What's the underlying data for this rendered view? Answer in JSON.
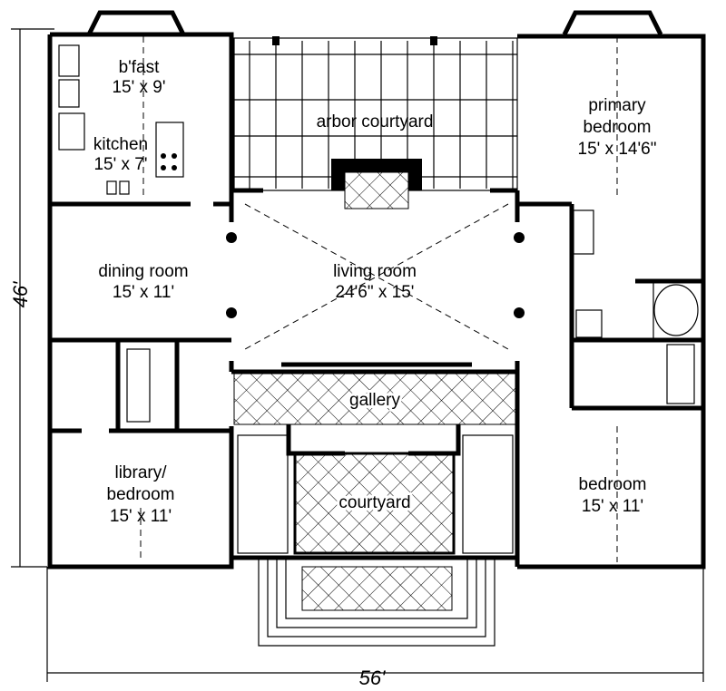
{
  "rooms": {
    "bfast": {
      "name": "b'fast",
      "size": "15' x 9'"
    },
    "kitchen": {
      "name": "kitchen",
      "size": "15' x 7'"
    },
    "arbor": {
      "name": "arbor courtyard"
    },
    "primary": {
      "name": "primary",
      "name2": "bedroom",
      "size": "15' x 14'6\""
    },
    "dining": {
      "name": "dining room",
      "size": "15' x 11'"
    },
    "living": {
      "name": "living room",
      "size": "24'6\" x 15'"
    },
    "gallery": {
      "name": "gallery"
    },
    "library": {
      "name": "library/",
      "name2": "bedroom",
      "size": "15' x 11'"
    },
    "courtyard": {
      "name": "courtyard"
    },
    "bedroom": {
      "name": "bedroom",
      "size": "15' x 11'"
    }
  },
  "dimensions": {
    "depth": "46'",
    "width": "56'"
  }
}
